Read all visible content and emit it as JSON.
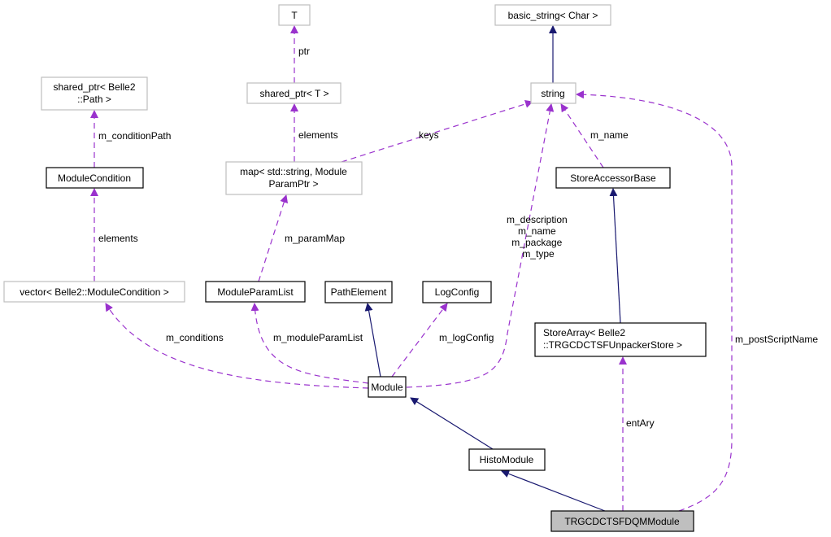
{
  "nodes": {
    "t": {
      "lines": [
        "T"
      ]
    },
    "basic_string": {
      "lines": [
        "basic_string< Char >"
      ]
    },
    "shared_ptr_path": {
      "lines": [
        "shared_ptr< Belle2",
        "::Path >"
      ]
    },
    "shared_ptr_t": {
      "lines": [
        "shared_ptr< T >"
      ]
    },
    "string": {
      "lines": [
        "string"
      ]
    },
    "module_condition": {
      "lines": [
        "ModuleCondition"
      ]
    },
    "map": {
      "lines": [
        "map< std::string, Module",
        "ParamPtr >"
      ]
    },
    "store_accessor_base": {
      "lines": [
        "StoreAccessorBase"
      ]
    },
    "vector": {
      "lines": [
        "vector< Belle2::ModuleCondition >"
      ]
    },
    "module_param_list": {
      "lines": [
        "ModuleParamList"
      ]
    },
    "path_element": {
      "lines": [
        "PathElement"
      ]
    },
    "log_config": {
      "lines": [
        "LogConfig"
      ]
    },
    "store_array": {
      "lines": [
        "StoreArray< Belle2",
        "::TRGCDCTSFUnpackerStore >"
      ]
    },
    "module": {
      "lines": [
        "Module"
      ]
    },
    "histo_module": {
      "lines": [
        "HistoModule"
      ]
    },
    "dqm_module": {
      "lines": [
        "TRGCDCTSFDQMModule"
      ]
    }
  },
  "edge_labels": {
    "ptr": "ptr",
    "elements_map": "elements",
    "keys": "keys",
    "m_name": "m_name",
    "m_condition_path": "m_conditionPath",
    "elements_vector": "elements",
    "m_param_map": "m_paramMap",
    "m_log_config": "m_logConfig",
    "m_conditions": "m_conditions",
    "m_module_param_list": "m_moduleParamList",
    "module_strings": [
      "m_description",
      "m_name",
      "m_package",
      "m_type"
    ],
    "ent_ary": "entAry",
    "m_post_script_name": "m_postScriptName"
  },
  "colors": {
    "inheritance": "#191970",
    "usage": "#9a32cd",
    "current_fill": "#bfbfbf",
    "external_border": "#bfbfbf"
  }
}
